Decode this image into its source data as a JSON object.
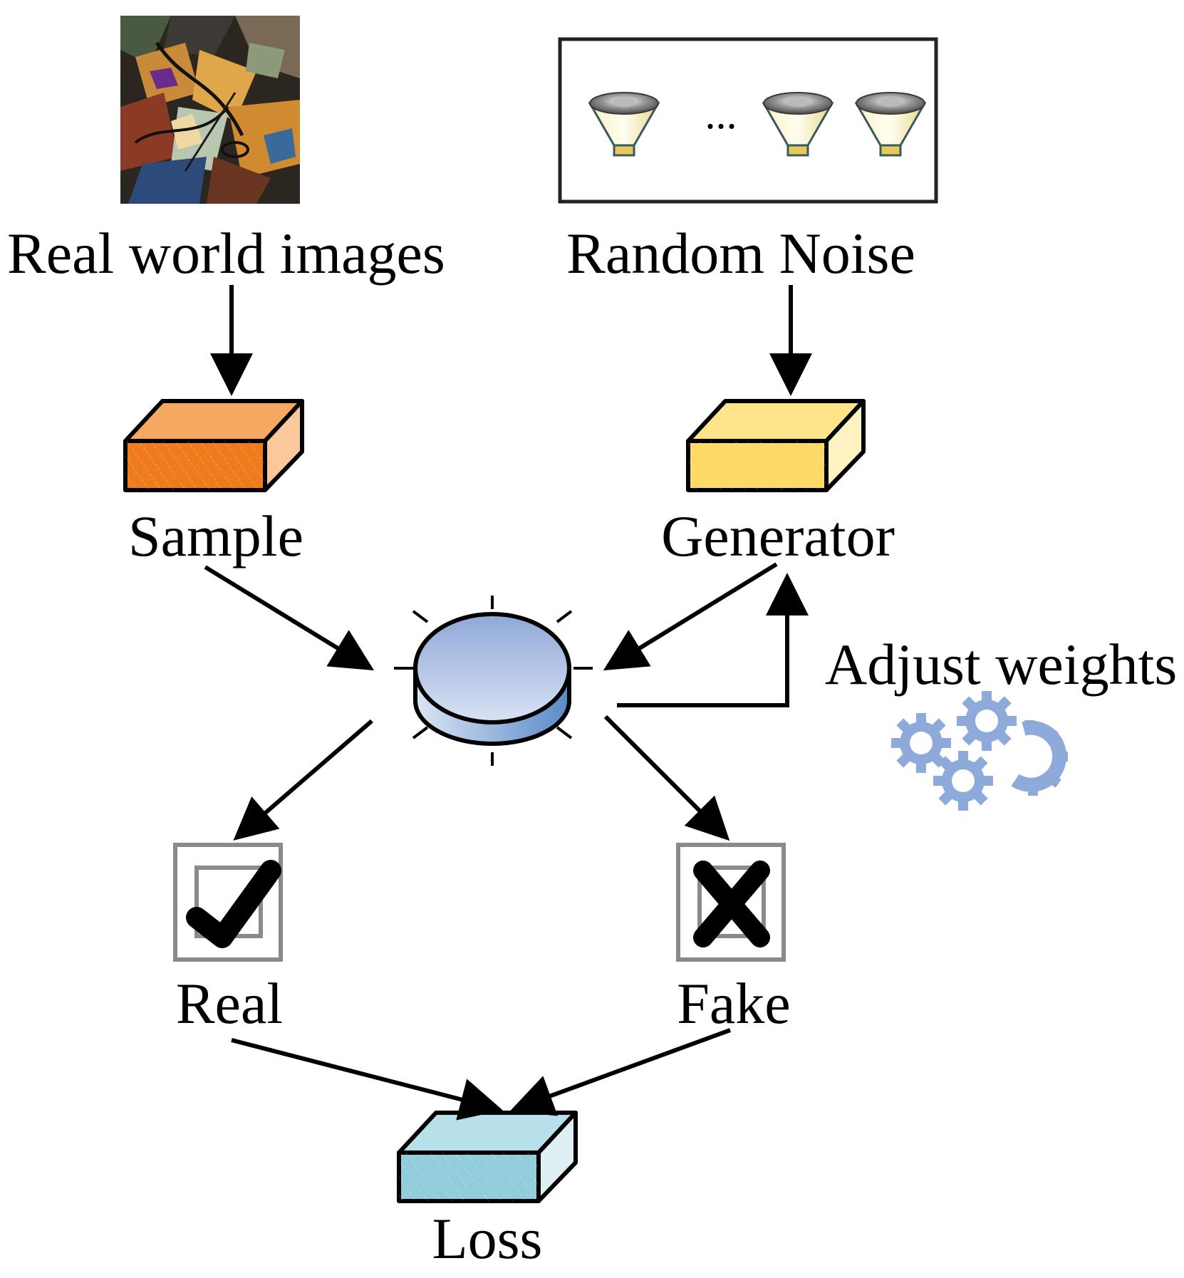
{
  "nodes": {
    "real_images": {
      "label": "Real world images"
    },
    "random_noise": {
      "label": "Random Noise",
      "ellipsis": "..."
    },
    "sample": {
      "label": "Sample",
      "color": "#ef7b1c"
    },
    "generator": {
      "label": "Generator",
      "color": "#ffd966"
    },
    "discriminator": {
      "color": "#8fa8d8"
    },
    "adjust": {
      "label": "Adjust weights",
      "color": "#8eaadb"
    },
    "real": {
      "label": "Real"
    },
    "fake": {
      "label": "Fake"
    },
    "loss": {
      "label": "Loss",
      "color": "#92cddc"
    }
  }
}
